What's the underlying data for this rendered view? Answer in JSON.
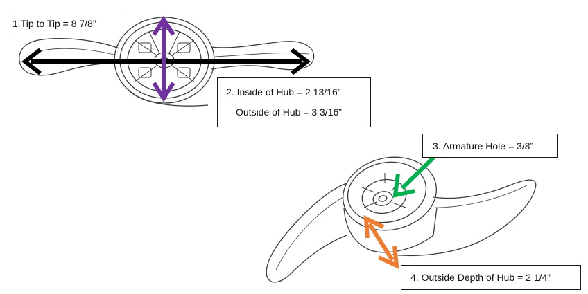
{
  "labels": {
    "tip_to_tip": "1.Tip to Tip = 8 7/8”",
    "inside_hub": "2. Inside of Hub = 2 13/16”",
    "outside_hub": "Outside of Hub = 3 3/16”",
    "armature_hole": "3. Armature Hole = 3/8”",
    "outside_depth": "4. Outside Depth of Hub = 2 1/4”"
  },
  "colors": {
    "tip_arrow": "#000000",
    "hub_arrow": "#7030a0",
    "hole_arrow": "#00b050",
    "depth_arrow": "#ed7d31",
    "sketch_line": "#3a3a3a"
  }
}
